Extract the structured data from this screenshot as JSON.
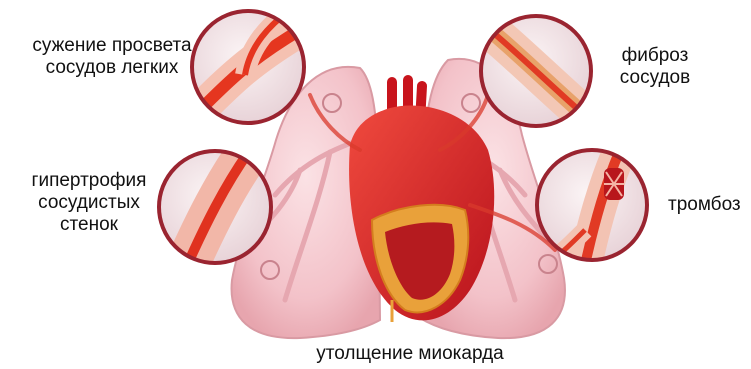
{
  "labels": {
    "lumen_narrowing": [
      "сужение просвета",
      "сосудов легких"
    ],
    "vessel_fibrosis": [
      "фиброз",
      "сосудов"
    ],
    "wall_hypertrophy": [
      "гипертрофия",
      "сосудистых",
      "стенок"
    ],
    "thrombosis": "тромбоз",
    "myocardial_thickening": "утолщение миокарда"
  },
  "colors": {
    "lung": "#f6c9cf",
    "lung_outline": "#d99aa3",
    "heart": "#d9232a",
    "myocardium": "#e8a030",
    "vessel": "#e43b2c",
    "lens_bg": "#f3e7ea",
    "lens_ring": "#9a2430"
  }
}
